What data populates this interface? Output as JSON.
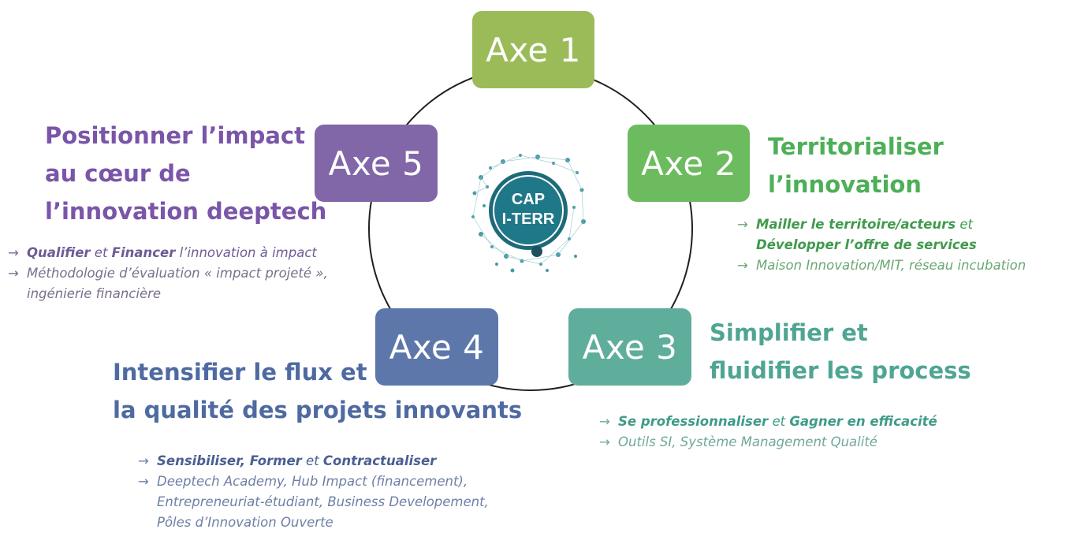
{
  "logo": {
    "line1": "CAP",
    "line2": "I-TERR"
  },
  "axes": [
    {
      "id": "axe1",
      "label": "Axe 1",
      "color": "#9bbb59"
    },
    {
      "id": "axe2",
      "label": "Axe 2",
      "color": "#6dbb5f",
      "heading": [
        "Territorialiser",
        "l’innovation"
      ],
      "heading_color": "#4daf57",
      "bullets": {
        "line1": {
          "b1": "Mailler le territoire/acteurs",
          "t1": " et"
        },
        "line2": {
          "b2": "Développer l’offre de services"
        },
        "line3": "Maison Innovation/MIT, réseau incubation"
      }
    },
    {
      "id": "axe3",
      "label": "Axe 3",
      "color": "#5fae9b",
      "heading": [
        "Simplifier et",
        "fluidifier les process"
      ],
      "heading_color": "#4fa593",
      "bullets": {
        "line1": {
          "b1": "Se professionnaliser",
          "t1": " et ",
          "b2": "Gagner en efficacité"
        },
        "line2": "Outils SI, Système Management Qualité"
      }
    },
    {
      "id": "axe4",
      "label": "Axe 4",
      "color": "#5d77aa",
      "heading": [
        "Intensifier le flux et",
        "la qualité des projets innovants"
      ],
      "heading_color": "#4e6aa1",
      "bullets": {
        "line1": {
          "b1": "Sensibiliser, Former",
          "t1": " et ",
          "b2": "Contractualiser"
        },
        "line2": "Deeptech Academy,  Hub Impact (financement),",
        "line3": "Entrepreneuriat-étudiant,  Business Developement,",
        "line4": "Pôles d’Innovation Ouverte"
      }
    },
    {
      "id": "axe5",
      "label": "Axe 5",
      "color": "#8166a8",
      "heading": [
        "Positionner l’impact",
        "au cœur de",
        "l’innovation deeptech"
      ],
      "heading_color": "#7a55a8",
      "bullets": {
        "line1": {
          "b1": "Qualifier",
          "t1": " et ",
          "b2": "Financer",
          "t2": " l’innovation à impact"
        },
        "line2": "Méthodologie d’évaluation « impact projeté »,",
        "line3": "ingénierie financière"
      }
    }
  ],
  "arrow": "→"
}
